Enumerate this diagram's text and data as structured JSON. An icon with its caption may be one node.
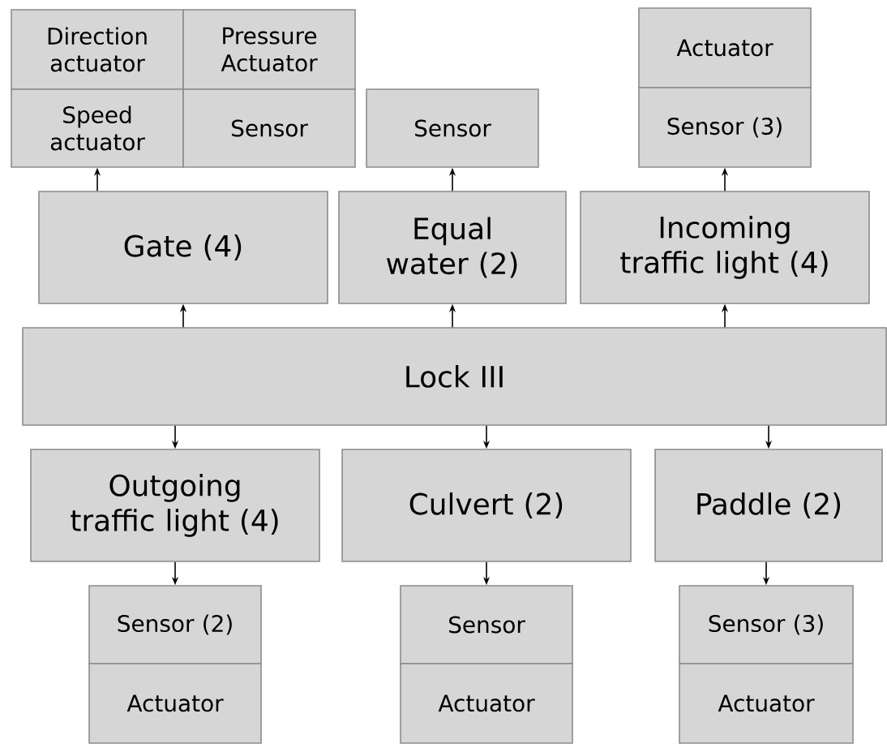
{
  "diagram": {
    "nodes": [
      {
        "text": [
          "Direction actuator"
        ]
      },
      {
        "text": [
          "Pressure Actuator"
        ]
      },
      {
        "text": [
          "Speed actuator"
        ]
      },
      {
        "text": [
          "Sensor"
        ]
      },
      {
        "text": [
          "Sensor"
        ]
      },
      {
        "text": [
          "Actuator"
        ]
      },
      {
        "text": [
          "Sensor (3)"
        ]
      },
      {
        "text": [
          "Gate (4)"
        ]
      },
      {
        "text": [
          "Equal water (2)"
        ]
      },
      {
        "text": [
          "Incoming traffic light (4)"
        ]
      },
      {
        "text": [
          "Lock III"
        ]
      },
      {
        "text": [
          "Outgoing traffic light (4)"
        ]
      },
      {
        "text": [
          "Culvert (2)"
        ]
      },
      {
        "text": [
          "Paddle (2)"
        ]
      },
      {
        "text": [
          "Sensor (2)"
        ]
      },
      {
        "text": [
          "Actuator"
        ]
      },
      {
        "text": [
          "Sensor"
        ]
      },
      {
        "text": [
          "Actuator"
        ]
      },
      {
        "text": [
          "Sensor (3)"
        ]
      },
      {
        "text": [
          "Actuator"
        ]
      }
    ],
    "edges": [
      {
        "from": 10,
        "to": 7,
        "arrow": "to"
      },
      {
        "from": 10,
        "to": 8,
        "arrow": "to"
      },
      {
        "from": 10,
        "to": 9,
        "arrow": "to"
      },
      {
        "from": 7,
        "to": 2,
        "arrow": "to"
      },
      {
        "from": 8,
        "to": 4,
        "arrow": "to"
      },
      {
        "from": 9,
        "to": 6,
        "arrow": "to"
      },
      {
        "from": 10,
        "to": 11,
        "arrow": "to"
      },
      {
        "from": 10,
        "to": 12,
        "arrow": "to"
      },
      {
        "from": 10,
        "to": 13,
        "arrow": "to"
      },
      {
        "from": 11,
        "to": 14,
        "arrow": "to"
      },
      {
        "from": 12,
        "to": 16,
        "arrow": "to"
      },
      {
        "from": 13,
        "to": 18,
        "arrow": "to"
      }
    ]
  }
}
